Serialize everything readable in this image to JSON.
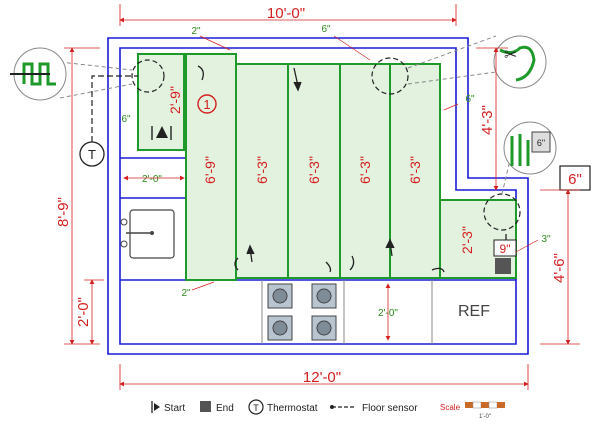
{
  "dimensions": {
    "top_width": "10'-0\"",
    "bottom_width": "12'-0\"",
    "left_height": "8'-9\"",
    "left_bottom": "2'-0\"",
    "right_upper": "4'-3\"",
    "right_lower": "4'-6\"",
    "callout_6in": "6\""
  },
  "mats": {
    "first_height": "2'-9\"",
    "second_height": "6'-9\"",
    "column_height": "6'-3\"",
    "last_height": "2'-3\"",
    "start_number": "1"
  },
  "gaps": {
    "top_2in": "2\"",
    "top_6in": "6\"",
    "left_6in": "6\"",
    "right_6in": "6\"",
    "bottom_2in": "2\"",
    "small_9in": "9\"",
    "small_3in": "3\"",
    "box_6in": "6\""
  },
  "counter": {
    "width_left": "2'-0\"",
    "width_bottom": "2'-0\""
  },
  "fixtures": {
    "ref_label": "REF",
    "thermostat_symbol": "T"
  },
  "legend": {
    "start": "Start",
    "end": "End",
    "thermostat": "Thermostat",
    "floor_sensor": "Floor sensor",
    "scale": "Scale",
    "scale_value": "1'-0\""
  },
  "colors": {
    "wall_blue": "#1c1cd8",
    "mat_green": "#1e9a2a",
    "mat_fill": "#e2f2df",
    "dim_red": "#d42020",
    "text_green": "#2e8b1e"
  }
}
